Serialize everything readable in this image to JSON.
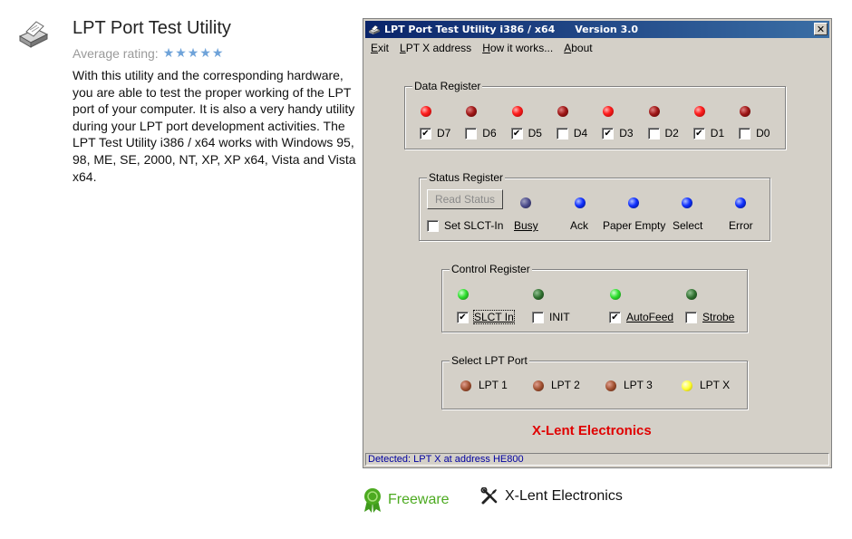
{
  "app": {
    "title": "LPT Port Test Utility",
    "rating_label": "Average rating:",
    "rating_stars": "★★★★★",
    "description": "With this utility and the corresponding hardware, you are able to test the proper working of the LPT port of your computer. It is also a very handy utility during your LPT port development activities. The LPT Test Utility i386 / x64 works with Windows 95, 98, ME, SE, 2000, NT, XP, XP x64, Vista and Vista x64.",
    "license": "Freeware",
    "developer": "X-Lent Electronics"
  },
  "window": {
    "title": "LPT Port Test Utility i386 / x64",
    "version": "Version 3.0",
    "close_glyph": "✕",
    "menu": [
      "Exit",
      "LPT X address",
      "How it works...",
      "About"
    ],
    "data_register": {
      "label": "Data Register",
      "bits": [
        {
          "name": "D7",
          "checked": true,
          "led": "on"
        },
        {
          "name": "D6",
          "checked": false,
          "led": "off"
        },
        {
          "name": "D5",
          "checked": true,
          "led": "on"
        },
        {
          "name": "D4",
          "checked": false,
          "led": "off"
        },
        {
          "name": "D3",
          "checked": true,
          "led": "on"
        },
        {
          "name": "D2",
          "checked": false,
          "led": "off"
        },
        {
          "name": "D1",
          "checked": true,
          "led": "on"
        },
        {
          "name": "D0",
          "checked": false,
          "led": "off"
        }
      ]
    },
    "status_register": {
      "label": "Status Register",
      "read_button": "Read Status",
      "slct_in_checkbox": "Set SLCT-In",
      "signals": [
        "Busy",
        "Ack",
        "Paper Empty",
        "Select",
        "Error"
      ]
    },
    "control_register": {
      "label": "Control Register",
      "lines": [
        {
          "name": "SLCT In",
          "checked": true,
          "led": "on"
        },
        {
          "name": "INIT",
          "checked": false,
          "led": "off"
        },
        {
          "name": "AutoFeed",
          "checked": true,
          "led": "on"
        },
        {
          "name": "Strobe",
          "checked": false,
          "led": "off"
        }
      ]
    },
    "select_port": {
      "label": "Select LPT Port",
      "ports": [
        "LPT 1",
        "LPT 2",
        "LPT 3",
        "LPT X"
      ],
      "selected": "LPT X"
    },
    "brand": "X-Lent Electronics",
    "status_text": "Detected: LPT X at address HE800"
  },
  "icons": [
    "printer-icon",
    "star-icon",
    "freeware-ribbon-icon",
    "tools-icon"
  ],
  "colors": {
    "brand_red": "#e00000",
    "freeware_green": "#4caa20",
    "titlebar": "#0a246a",
    "status_text": "#0000a0"
  }
}
